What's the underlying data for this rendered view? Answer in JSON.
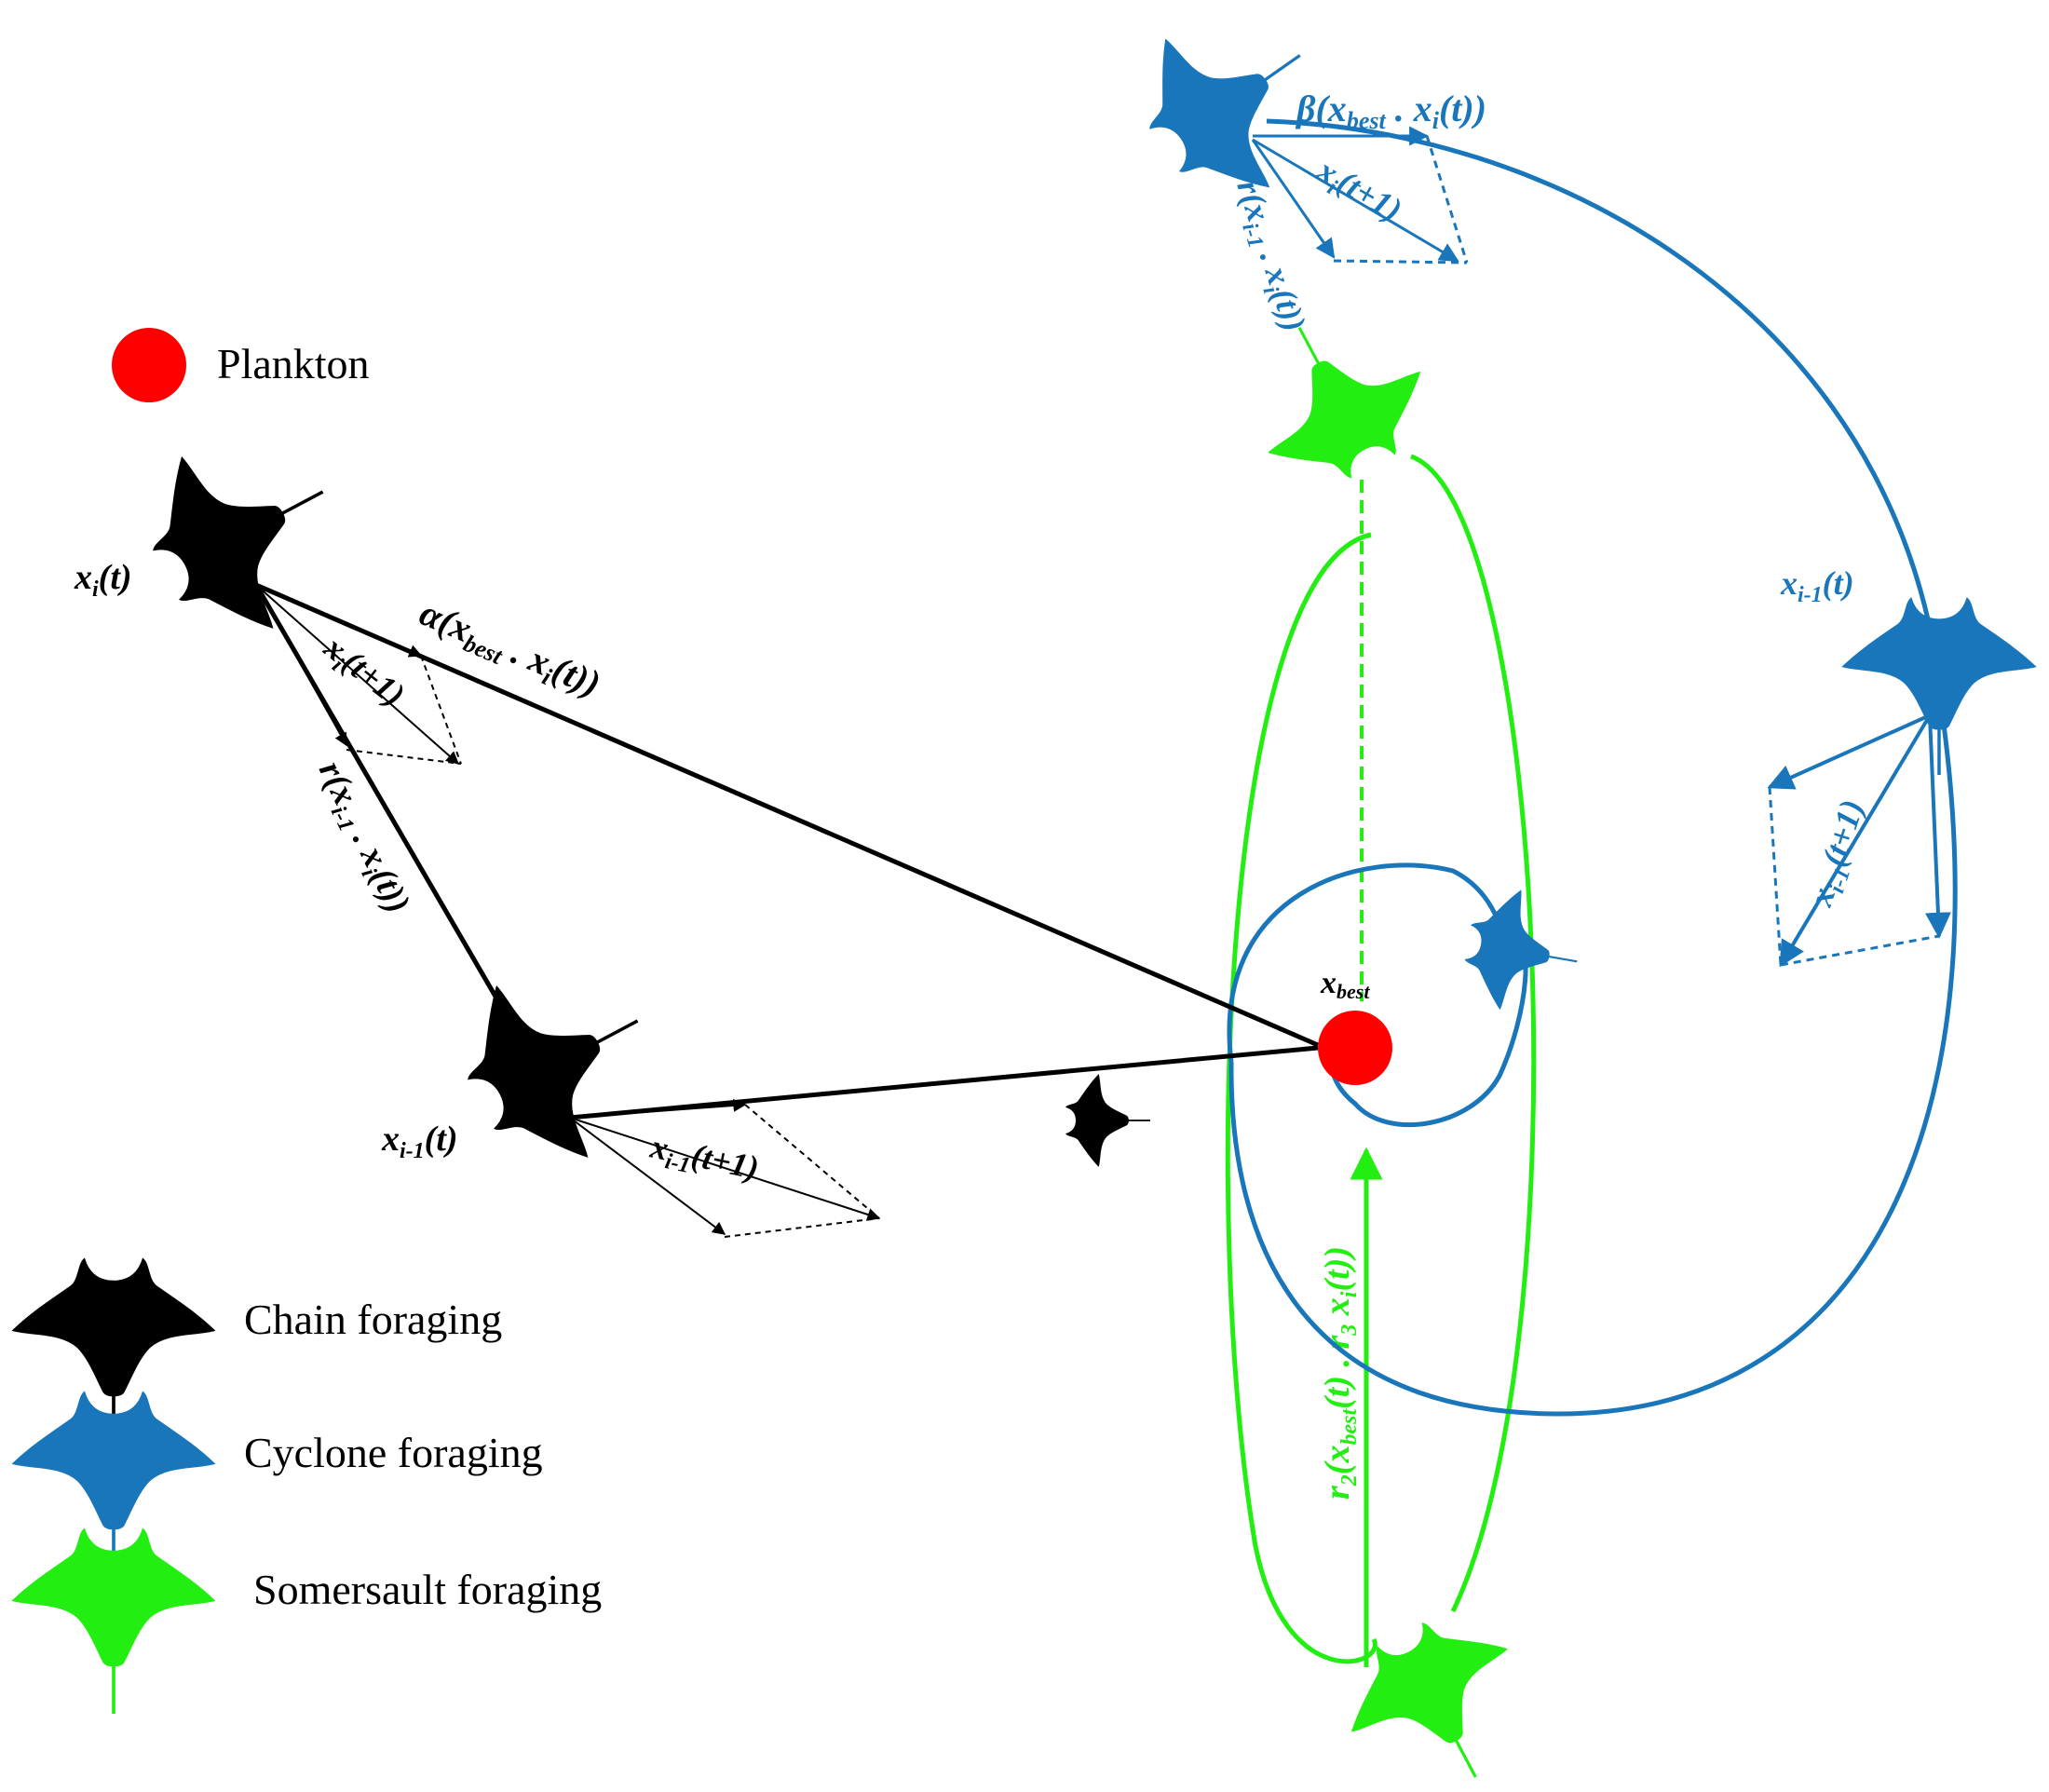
{
  "colors": {
    "chain": "#000000",
    "cyclone": "#1a76bb",
    "somersault": "#22ee11",
    "plankton": "#ff0000"
  },
  "legend": {
    "plankton": "Plankton",
    "chain": "Chain foraging",
    "cyclone": "Cyclone foraging",
    "somersault": "Somersault foraging"
  },
  "labels": {
    "xbest": {
      "main": "x",
      "sub": "best"
    },
    "chain_xi_t": {
      "main": "x",
      "sub": "i",
      "tail": "(t)"
    },
    "chain_xim1_t": {
      "main": "x",
      "sub": "i-1",
      "tail": "(t)"
    },
    "chain_alpha": {
      "pre": "α(x",
      "sub": "best",
      "mid": " . x",
      "sub2": "i",
      "post": "(t))"
    },
    "chain_r": {
      "pre": "r(x",
      "sub": "i-1",
      "mid": " . x",
      "sub2": "i",
      "post": "(t))"
    },
    "chain_xi_next": {
      "main": "x",
      "sub": "i",
      "tail": "(t+1)"
    },
    "chain_xim1_next": {
      "main": "x",
      "sub": "i-1",
      "tail": "(t+1)"
    },
    "cyc_beta": {
      "pre": "β(x",
      "sub": "best",
      "mid": " . x",
      "sub2": "i",
      "post": "(t))"
    },
    "cyc_r": {
      "pre": "r(x",
      "sub": "i-1",
      "mid": " . x",
      "sub2": "i",
      "post": "(t))"
    },
    "cyc_xi_next": {
      "main": "x",
      "sub": "i",
      "tail": "(t+1)"
    },
    "cyc_xim1_t": {
      "main": "x",
      "sub": "i-1",
      "tail": "(t)"
    },
    "cyc_xim1_next": {
      "main": "x",
      "sub": "i-1",
      "tail": "(t+1)"
    },
    "som_expr": {
      "pre": "r",
      "sub": "2",
      "mid": "(x",
      "sub2": "best",
      "mid2": "(t) . r",
      "sub3": "3",
      "mid3": " x",
      "sub4": "i",
      "post": "(t))"
    }
  }
}
